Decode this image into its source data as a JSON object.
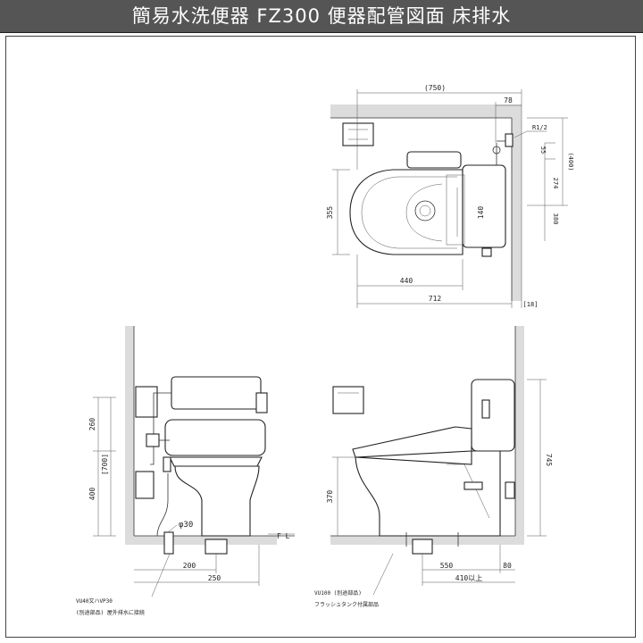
{
  "header": {
    "title": "簡易水洗便器 FZ300 便器配管図面 床排水"
  },
  "plan_view": {
    "dim_top_total": "(750)",
    "dim_right_margin": "78",
    "pipe_label": "R1/2",
    "dim_right_stack": [
      "55",
      "274",
      "(400)"
    ],
    "dim_right_depth": "380",
    "dim_left_height": "355",
    "dim_center": "140",
    "dim_bottom_440": "440",
    "dim_bottom_712": "712",
    "dim_bottom_18": "[18]"
  },
  "front_view": {
    "dim_upper": "260",
    "dim_middle": "[700]",
    "dim_lower": "400",
    "pipe_diameter": "φ30",
    "floor_label": "F L",
    "dim_200": "200",
    "dim_250": "250",
    "note_line1": "VU40又ハVP30",
    "note_line2": "(別途部品) 屋外排水に接続"
  },
  "side_view": {
    "dim_745": "745",
    "dim_370": "370",
    "dim_550": "550",
    "dim_80": "80",
    "dim_410": "410以上",
    "note_line1": "VU100 (別途部品)",
    "note_line2": "フラッシュタンク付属部品"
  }
}
